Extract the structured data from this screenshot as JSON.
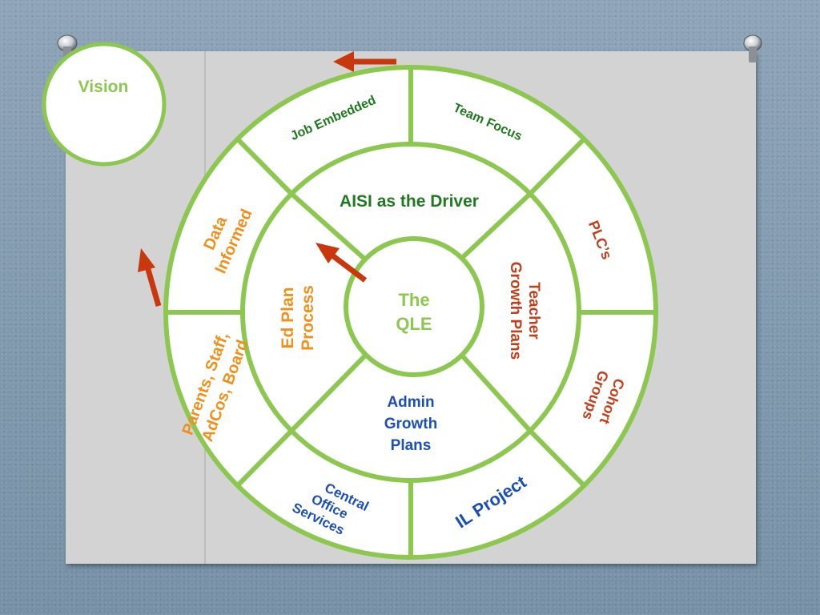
{
  "diagram": {
    "vision_label": "Vision",
    "center": {
      "line1": "The",
      "line2": "QLE"
    },
    "middle_ring": {
      "top": "AISI as the Driver",
      "left": {
        "line1": "Ed Plan",
        "line2": "Process"
      },
      "right": {
        "line1": "Teacher",
        "line2": "Growth Plans"
      },
      "bottom": {
        "line1": "Admin",
        "line2": "Growth",
        "line3": "Plans"
      }
    },
    "outer_ring": {
      "job_embedded": "Job Embedded",
      "team_focus": "Team Focus",
      "plcs": "PLC’s",
      "cohort_groups": {
        "line1": "Cohort",
        "line2": "Groups"
      },
      "il_project": "IL Project",
      "central_office": {
        "line1": "Central",
        "line2": "Office",
        "line3": "Services"
      },
      "parents": {
        "line1": "Parents, Staff,",
        "line2": "AdCos, Board"
      },
      "data_informed": {
        "line1": "Data",
        "line2": "Informed"
      }
    }
  },
  "colors": {
    "ring_green": "#8cc850",
    "dark_green": "#1f7a1f",
    "orange": "#f0901c",
    "red_brown": "#c0401c",
    "blue": "#1b4fb6",
    "arrow_red": "#c8380c",
    "board_gray": "#d2d2d2"
  }
}
